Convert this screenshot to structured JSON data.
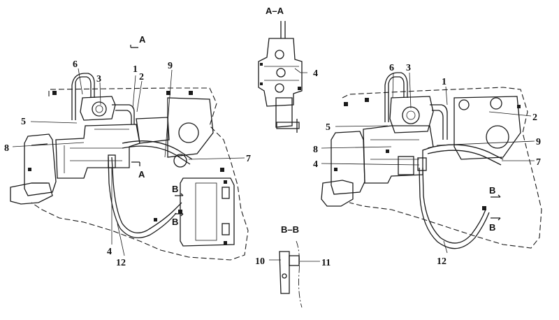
{
  "callouts_left": [
    "1",
    "2",
    "3",
    "4",
    "5",
    "6",
    "7",
    "8",
    "9",
    "12"
  ],
  "callouts_right": [
    "1",
    "2",
    "3",
    "4",
    "5",
    "6",
    "7",
    "8",
    "9",
    "12"
  ],
  "view_markers": {
    "a": "A",
    "b": "B"
  },
  "section_titles": {
    "aa": "A–A",
    "bb": "B–B"
  },
  "section_aa_labels": [
    "4"
  ],
  "section_bb_labels": [
    "10",
    "11"
  ]
}
